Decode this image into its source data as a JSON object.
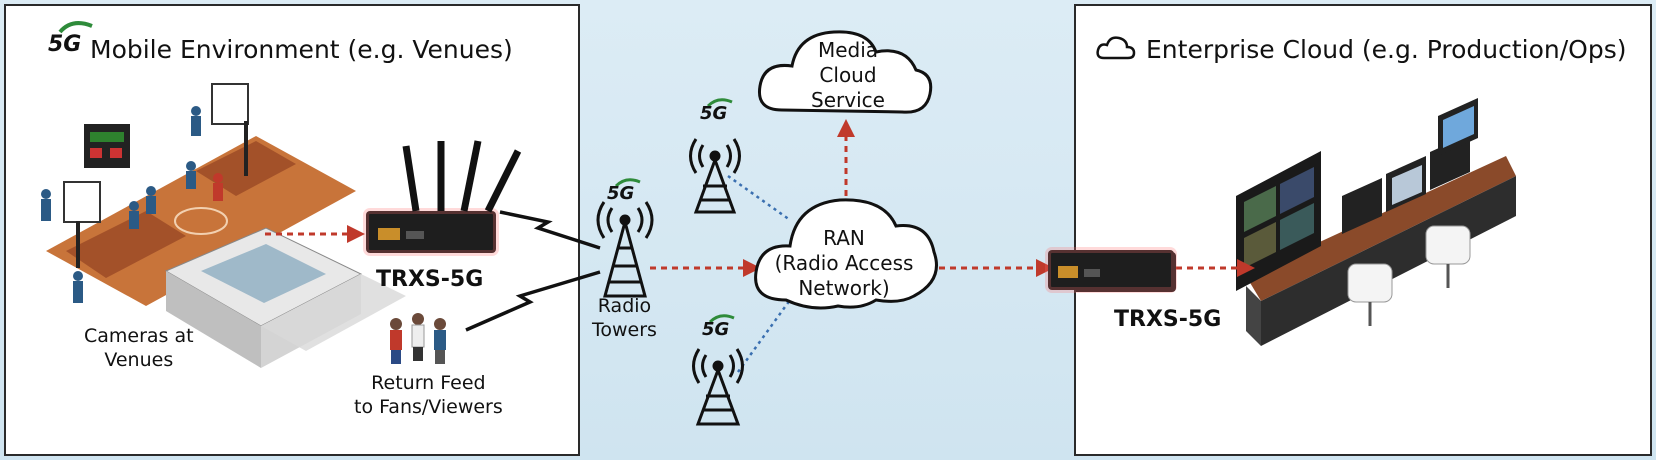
{
  "left_panel": {
    "badge": "5G",
    "title": "Mobile Environment (e.g. Venues)",
    "device_label": "TRXS-5G",
    "cameras_label": [
      "Cameras at",
      "Venues"
    ],
    "return_feed_label": [
      "Return Feed",
      "to Fans/Viewers"
    ]
  },
  "middle": {
    "tower_badge": "5G",
    "radio_towers_label": [
      "Radio",
      "Towers"
    ],
    "media_cloud_label": [
      "Media",
      "Cloud",
      "Service"
    ],
    "ran_label": [
      "RAN",
      "(Radio Access",
      "Network)"
    ]
  },
  "right_panel": {
    "title": "Enterprise Cloud (e.g. Production/Ops)",
    "device_label": "TRXS-5G"
  },
  "colors": {
    "arrow": "#c0392b",
    "dotted_blue": "#3a6fb0",
    "badge_green": "#2e8b3a",
    "court": "#c8743a",
    "desk": "#8a4a2a"
  }
}
